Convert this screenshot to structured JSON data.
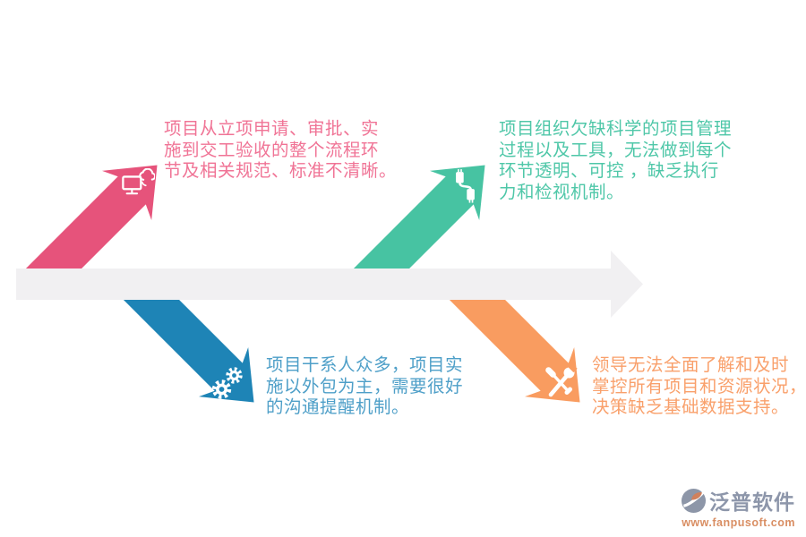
{
  "page": {
    "background": "#ffffff"
  },
  "timeline": {
    "color": "#f1f0f2"
  },
  "style": {
    "icon_glyph_color": "#ffffff"
  },
  "items": [
    {
      "label": "project-process",
      "direction": "up",
      "color": "#e6537b",
      "text_color": "#f07496",
      "icon": "monitor-cloud-icon",
      "lines": [
        "项目从立项申请、审批、实",
        "施到交工验收的整个流程环",
        "节及相关规范、标准不清晰。"
      ]
    },
    {
      "label": "project-organization",
      "direction": "up",
      "color": "#47c3a2",
      "text_color": "#4fc7a8",
      "icon": "usb-cable-icon",
      "lines": [
        "项目组织欠缺科学的项目管理",
        "过程以及工具，无法做到每个",
        "环节透明、可控 ，缺乏执行",
        "力和检视机制。"
      ]
    },
    {
      "label": "communication",
      "direction": "down",
      "color": "#1e84b6",
      "text_color": "#4e9fc8",
      "icon": "gears-icon",
      "lines": [
        "项目干系人众多，项目实",
        "施以外包为主，需要很好",
        "的沟通提醒机制。"
      ]
    },
    {
      "label": "leadership-visibility",
      "direction": "down",
      "color": "#f99c60",
      "text_color": "#f9a06b",
      "icon": "tools-icon",
      "lines": [
        "领导无法全面了解和及时",
        "掌控所有项目和资源状况，",
        "决策缺乏基础数据支持。"
      ]
    }
  ],
  "logo": {
    "company": "泛普软件",
    "website": "www.fanpusoft.com",
    "icon": "fanpu-logo-icon",
    "company_color": "#8d96aa",
    "website_color": "#d98e63"
  }
}
